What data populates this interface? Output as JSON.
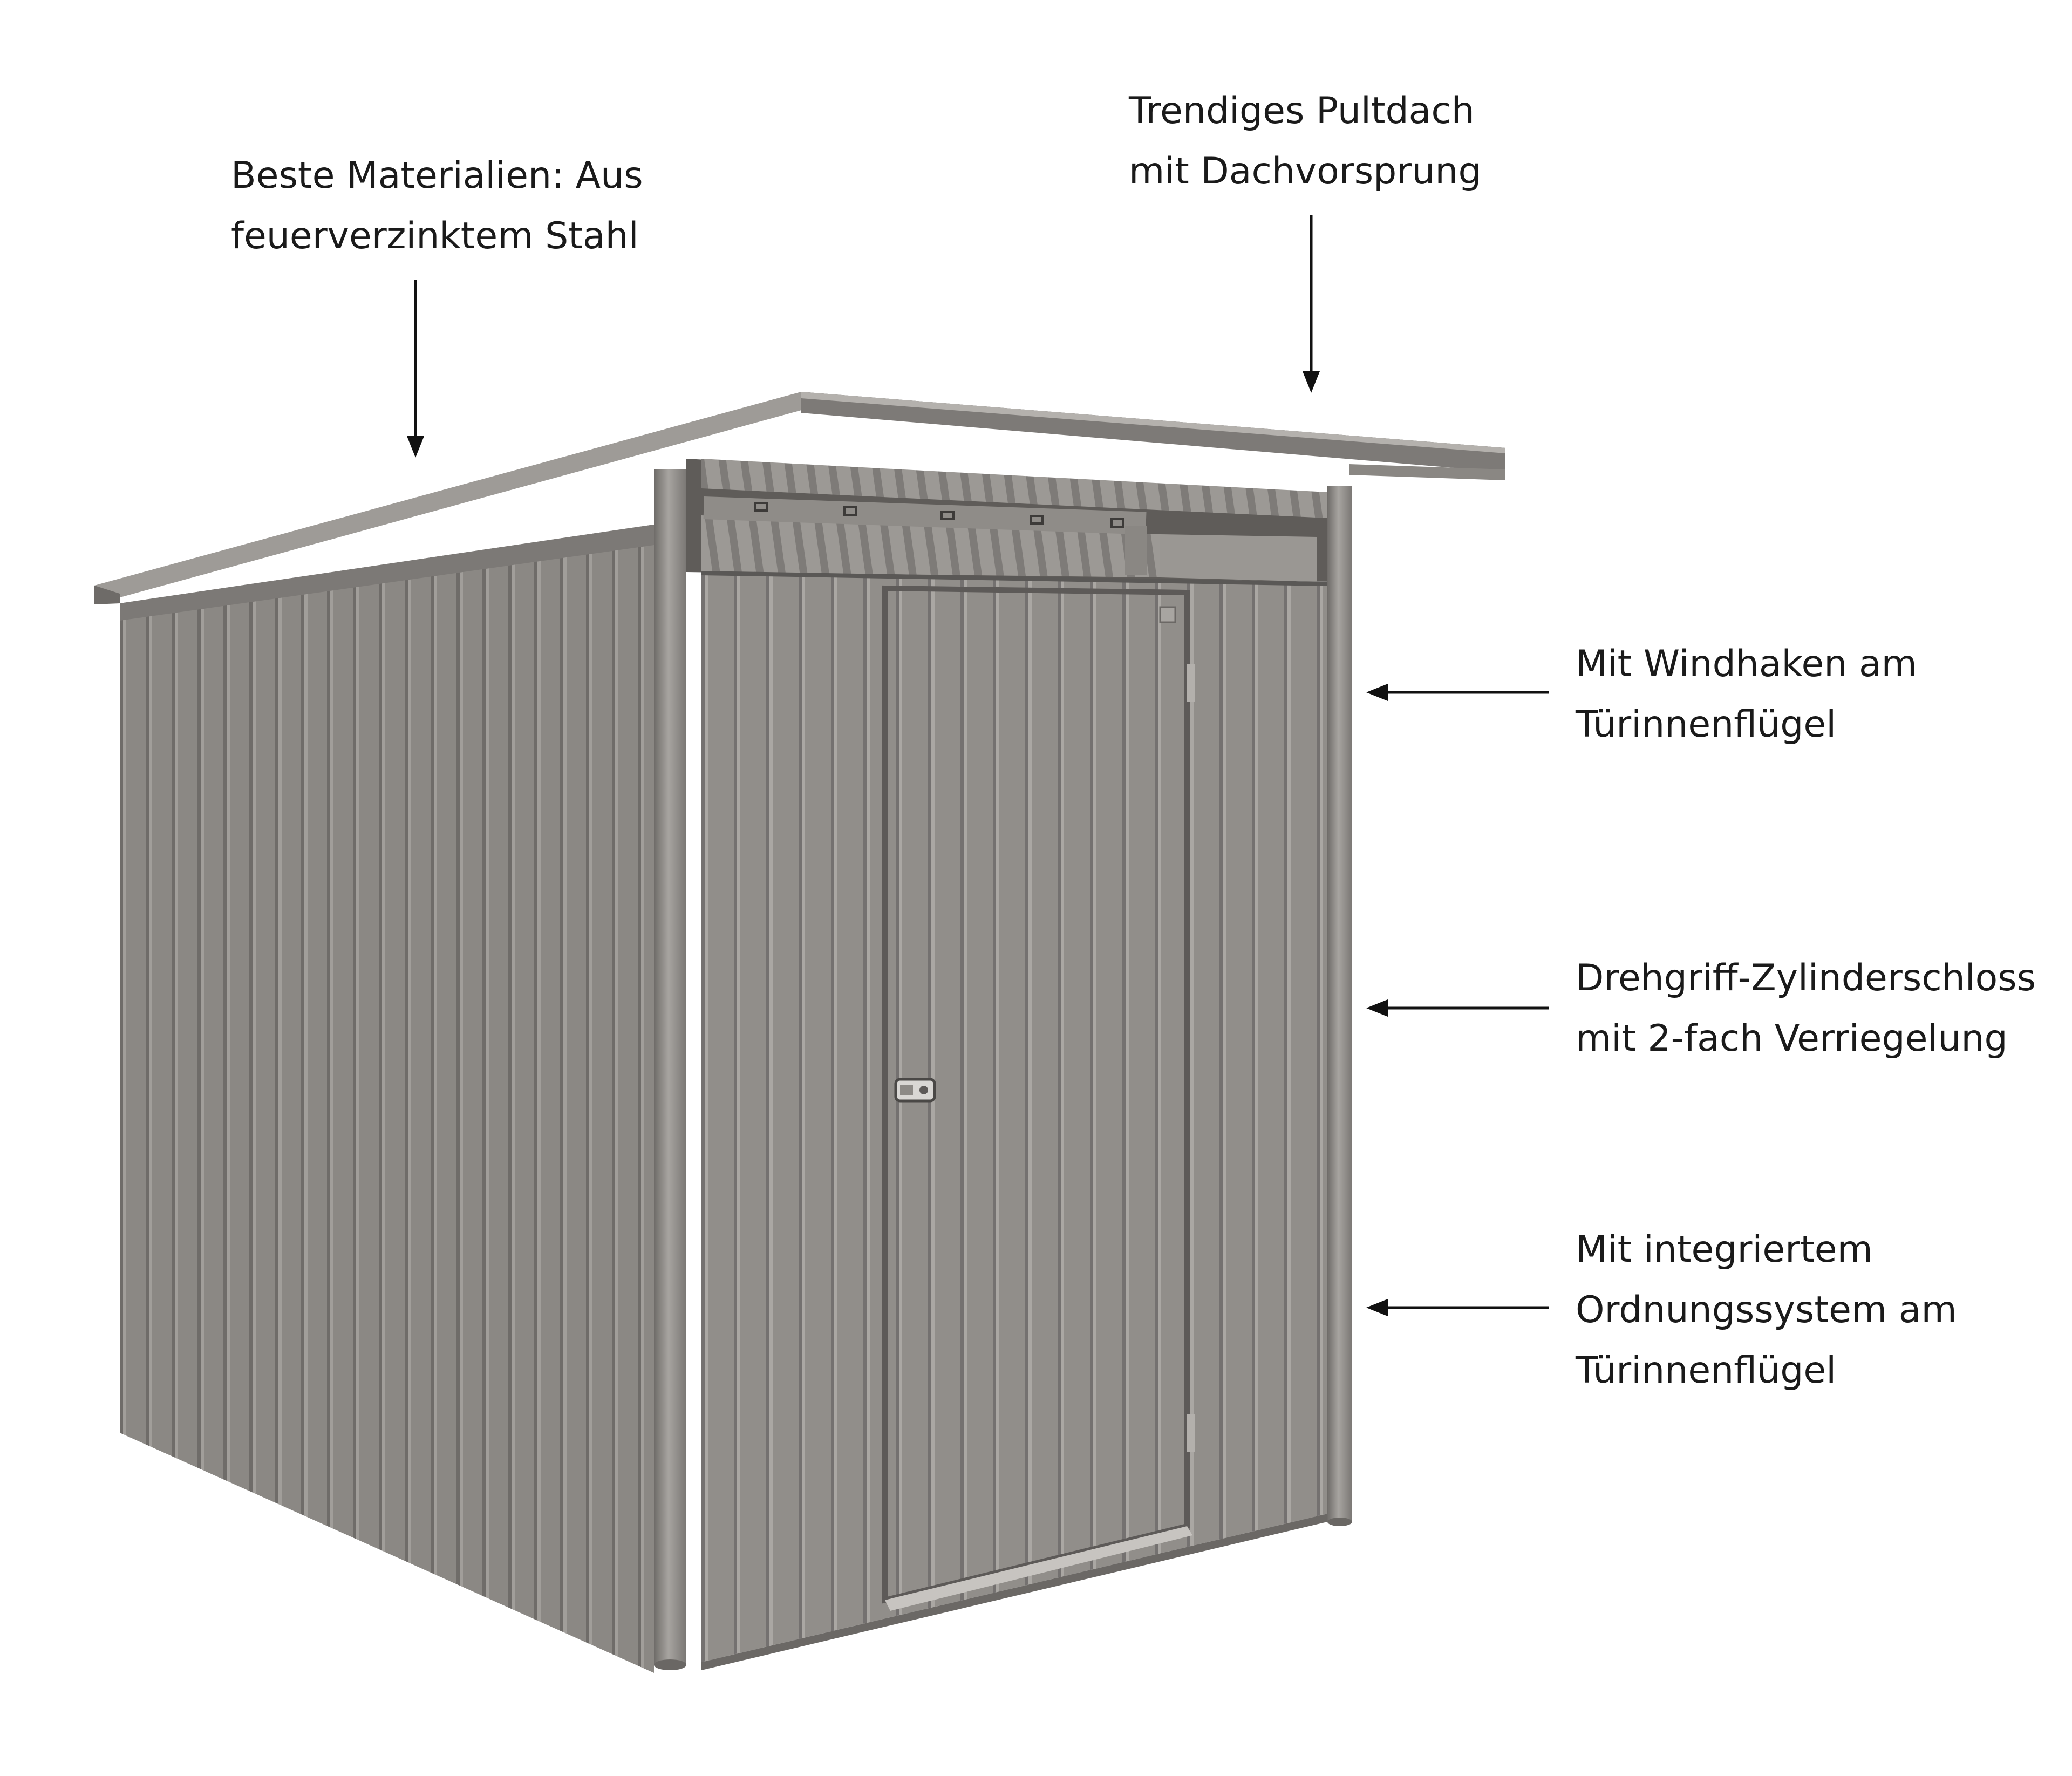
{
  "annotations": {
    "materials": {
      "lines": [
        "Beste Materialien: Aus",
        "feuerverzinktem Stahl"
      ]
    },
    "roof": {
      "lines": [
        "Trendiges Pultdach",
        "mit Dachvorsprung"
      ]
    },
    "windhook": {
      "lines": [
        "Mit Windhaken am",
        "Türinnenflügel"
      ]
    },
    "lock": {
      "lines": [
        "Drehgriff-Zylinderschloss",
        "mit 2-fach Verriegelung"
      ]
    },
    "storage": {
      "lines": [
        "Mit integriertem",
        "Ordnungssystem am",
        "Türinnenflügel"
      ]
    }
  },
  "colors": {
    "steel": "#8a8783",
    "steel_light": "#a3a09c",
    "steel_dark": "#6e6b68",
    "arrow": "#111111"
  },
  "icons": [
    "down-arrow-icon",
    "left-arrow-icon",
    "door-handle-icon"
  ]
}
